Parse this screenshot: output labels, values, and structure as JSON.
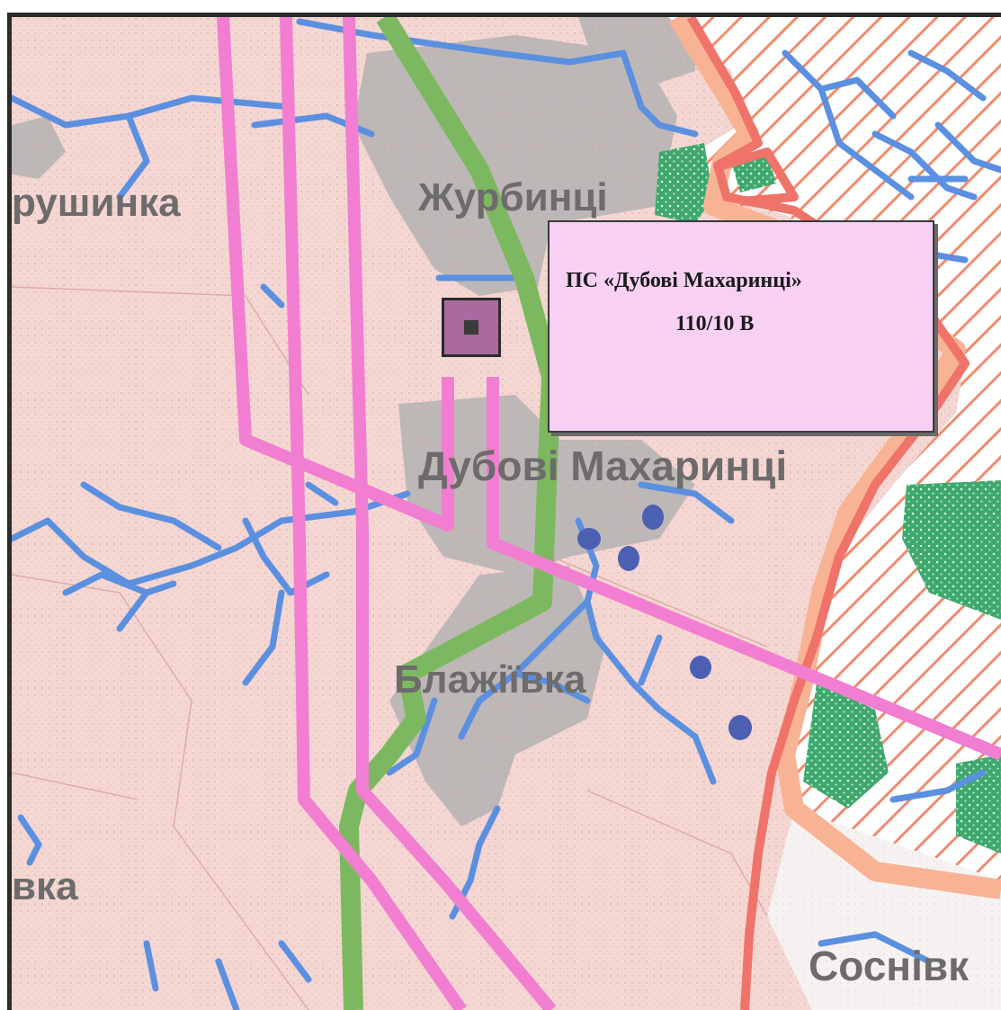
{
  "map": {
    "places": {
      "zhurbyntsi": "Журбинці",
      "hrushynka": "рушинка",
      "dubovi_makharyntsi": "Дубові Махаринці",
      "blazhiivka": "Блажіївка",
      "vka": "вка",
      "sosnivka": "Соснівк"
    },
    "callout": {
      "title": "ПС «Дубові Махаринці»",
      "voltage": "110/10 В"
    },
    "colors": {
      "background": "#f4d7d3",
      "settlement": "#b9b5b5",
      "river": "#5b8fe0",
      "power_line": "#f27ed1",
      "road": "#7cb85f",
      "forest": "#3fa86e",
      "boundary_red": "#f0736a",
      "boundary_orange": "#f7b394",
      "hatch": "#f08b6c",
      "callout_fill": "#f7d0f3",
      "substation": "#a96aa0",
      "point_feature": "#4b5fb3"
    }
  }
}
